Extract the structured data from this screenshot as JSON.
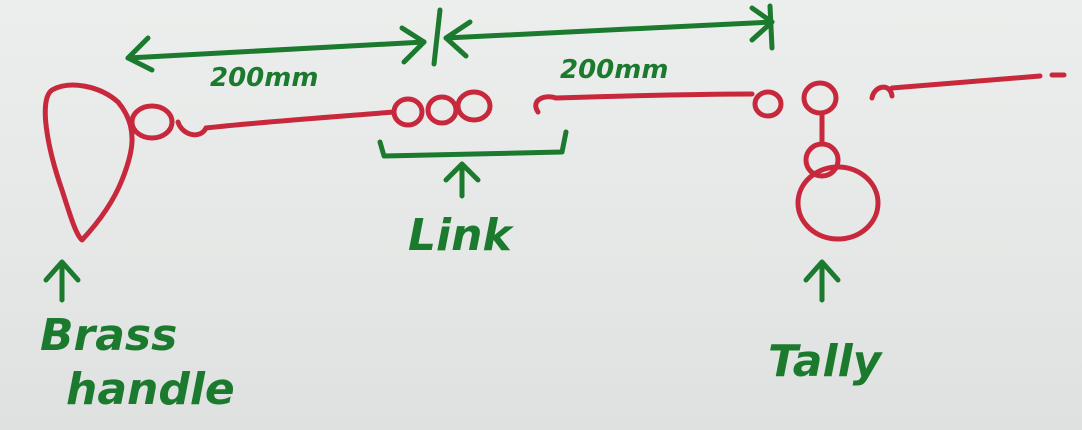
{
  "diagram": {
    "dimension_left": "200mm",
    "dimension_right": "200mm",
    "link_label": "Link",
    "handle_label_line1": "Brass",
    "handle_label_line2": "handle",
    "tally_label": "Tally"
  },
  "colors": {
    "chain": "#c8283c",
    "annotation": "#1b7a2e",
    "paper": "#e8eae9"
  }
}
